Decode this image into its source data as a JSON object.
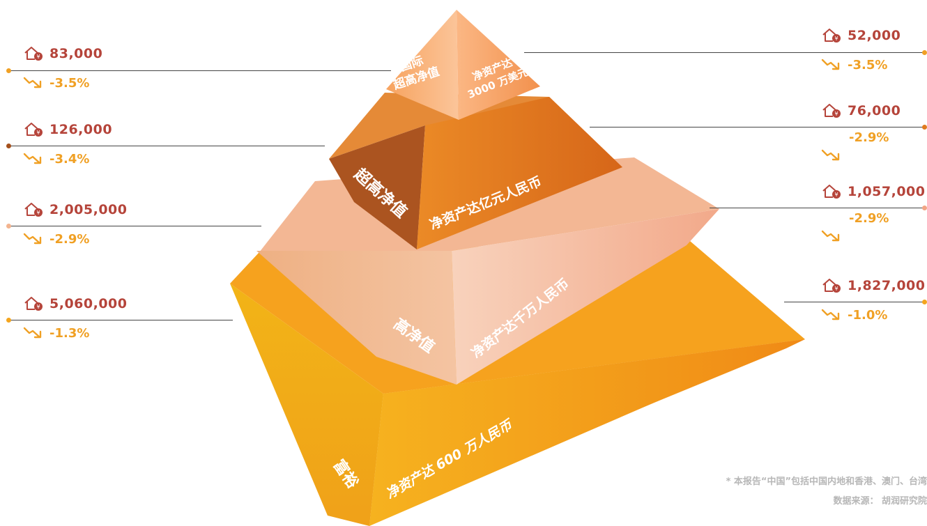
{
  "left_stats": [
    {
      "count": "83,000",
      "change": "-3.5%"
    },
    {
      "count": "126,000",
      "change": "-3.4%"
    },
    {
      "count": "2,005,000",
      "change": "-2.9%"
    },
    {
      "count": "5,060,000",
      "change": "-1.3%"
    }
  ],
  "right_stats": [
    {
      "count": "52,000",
      "change": "-3.5%"
    },
    {
      "count": "76,000",
      "change": "-2.9%"
    },
    {
      "count": "1,057,000",
      "change": "-2.9%"
    },
    {
      "count": "1,827,000",
      "change": "-1.0%"
    }
  ],
  "tiers": {
    "top_side": "国际\n超高净值",
    "top_front": "净资产达\n3000 万美元",
    "uhnw_side": "超高净值",
    "uhnw_front": "净资产达亿元人民币",
    "hnw_side": "高净值",
    "hnw_front": "净资产达千万人民币",
    "affluent_side": "富裕",
    "affluent_front": "净资产达 600 万人民币"
  },
  "footer": {
    "note": "* 本报告“中国”包括中国内地和香港、澳门、台湾",
    "source": "数据来源：  胡润研究院"
  },
  "colors": {
    "count": "#b5443a",
    "change": "#f0a024",
    "tier1": "#f59a55",
    "tier2": "#e3781e",
    "tier3": "#f0b89a",
    "tier4": "#f4a51e"
  }
}
